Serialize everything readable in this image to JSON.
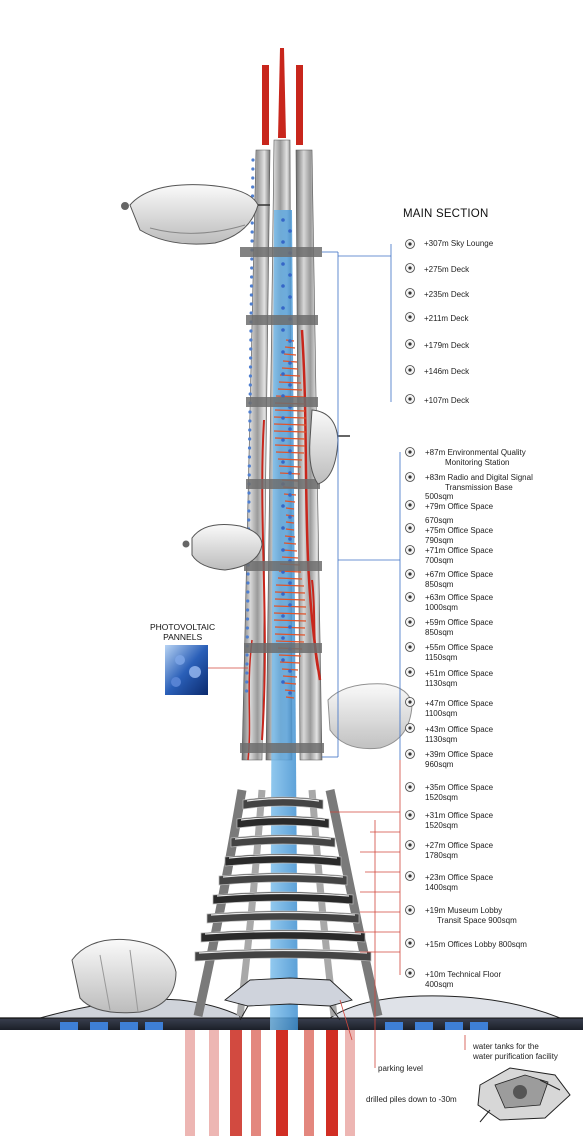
{
  "title": "MAIN SECTION",
  "photovoltaic_label": [
    "PHOTOVOLTAIC",
    "PANNELS"
  ],
  "upper_levels": [
    "+307m Sky Lounge",
    "+275m Deck",
    "+235m Deck",
    "+211m Deck",
    "+179m Deck",
    "+146m Deck",
    "+107m Deck"
  ],
  "lower_levels": [
    {
      "line1": "+87m Environmental Quality",
      "line2": "Monitoring Station"
    },
    {
      "line1": "+83m Radio and Digital Signal",
      "line2": "Transmission Base"
    },
    {
      "line1": "500sqm",
      "line2": "+79m Office Space"
    },
    {
      "line1": "670sqm",
      "line2": "+75m Office Space"
    },
    {
      "line1": "790sqm",
      "line2": ""
    },
    {
      "line1": "+71m Office Space",
      "line2": "700sqm"
    },
    {
      "line1": "+67m Office Space",
      "line2": "850sqm"
    },
    {
      "line1": "+63m Office Space",
      "line2": "1000sqm"
    },
    {
      "line1": "+59m Office Space",
      "line2": "850sqm"
    },
    {
      "line1": "+55m Office Space",
      "line2": "1150sqm"
    },
    {
      "line1": "+51m Office Space",
      "line2": "1130sqm"
    },
    {
      "line1": "+47m Office Space",
      "line2": "1100sqm"
    },
    {
      "line1": "+43m Office Space",
      "line2": "1130sqm"
    },
    {
      "line1": "+39m Office Space",
      "line2": "960sqm"
    },
    {
      "line1": "+35m Office Space",
      "line2": "1520sqm"
    },
    {
      "line1": "+31m Office Space",
      "line2": "1520sqm"
    },
    {
      "line1": "+27m Office Space",
      "line2": "1780sqm"
    },
    {
      "line1": "+23m Office Space",
      "line2": "1400sqm"
    },
    {
      "line1": "+19m Museum Lobby",
      "line2": "Transit Space    900sqm"
    },
    {
      "line1": "+15m Offices Lobby    800sqm",
      "line2": ""
    },
    {
      "line1": "+10m Technical Floor",
      "line2": "400sqm"
    }
  ],
  "footer": {
    "water_tanks": [
      "water tanks for the",
      "water purification facility"
    ],
    "parking": "parking level",
    "piles": "drilled piles down to  -30m"
  },
  "colors": {
    "red": "#c8261c",
    "blue": "#5aa9de",
    "line_blue": "#3b6fc4",
    "line_red": "#d0463c",
    "tower_grey": "#8b8b8b"
  }
}
